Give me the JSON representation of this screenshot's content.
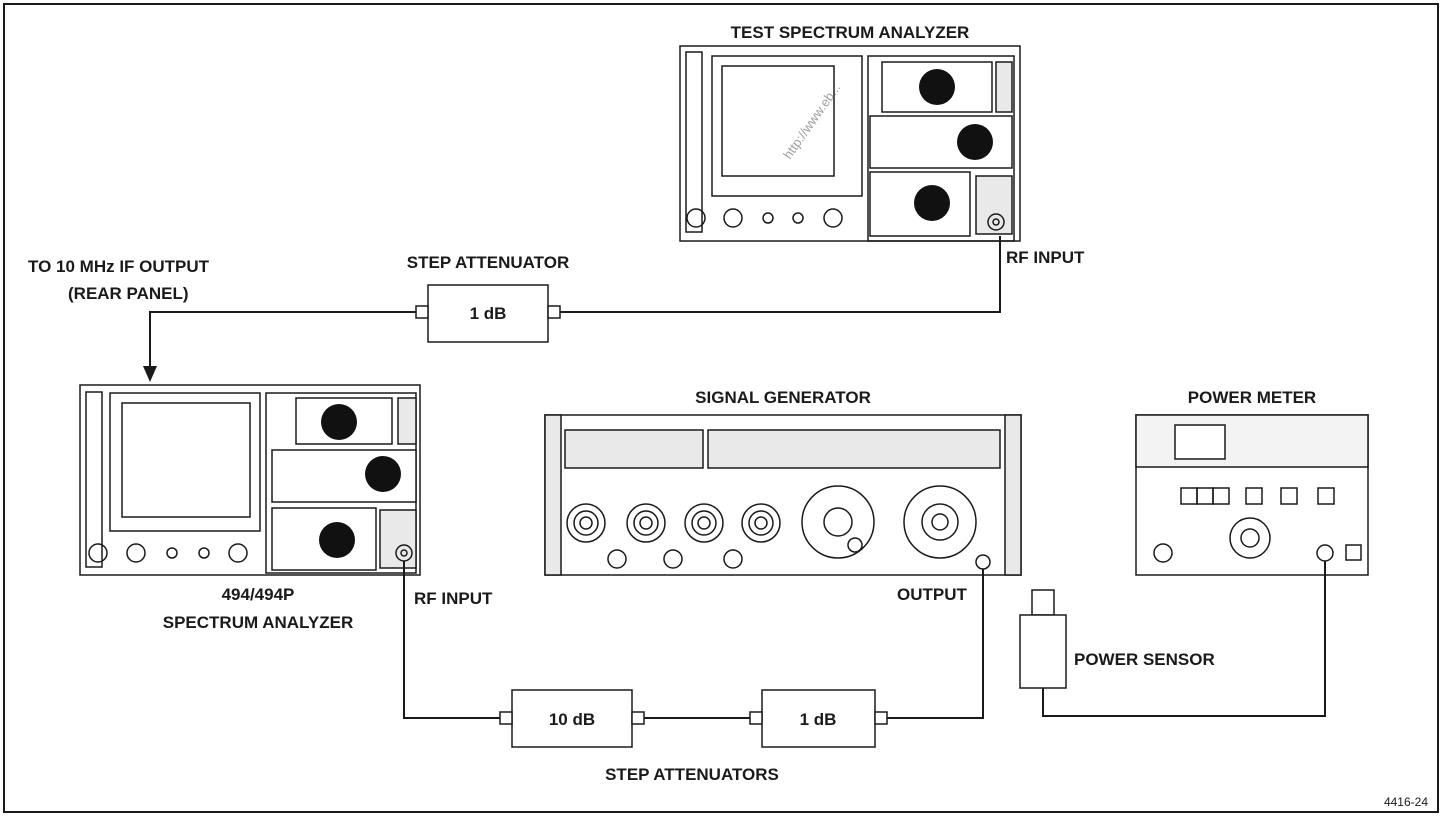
{
  "labels": {
    "test_analyzer": "TEST SPECTRUM ANALYZER",
    "rf_input_top": "RF INPUT",
    "to_if_output_line1": "TO 10 MHz IF OUTPUT",
    "to_if_output_line2": "(REAR PANEL)",
    "step_attenuator": "STEP ATTENUATOR",
    "attenuator_top": "1 dB",
    "main_analyzer_line1": "494/494P",
    "main_analyzer_line2": "SPECTRUM ANALYZER",
    "rf_input_main": "RF INPUT",
    "signal_generator": "SIGNAL GENERATOR",
    "output": "OUTPUT",
    "power_meter": "POWER METER",
    "power_sensor": "POWER SENSOR",
    "attenuator_10db": "10 dB",
    "attenuator_1db": "1 dB",
    "step_attenuators": "STEP ATTENUATORS",
    "figure_id": "4416-24",
    "watermark": "http://www.eb..."
  }
}
